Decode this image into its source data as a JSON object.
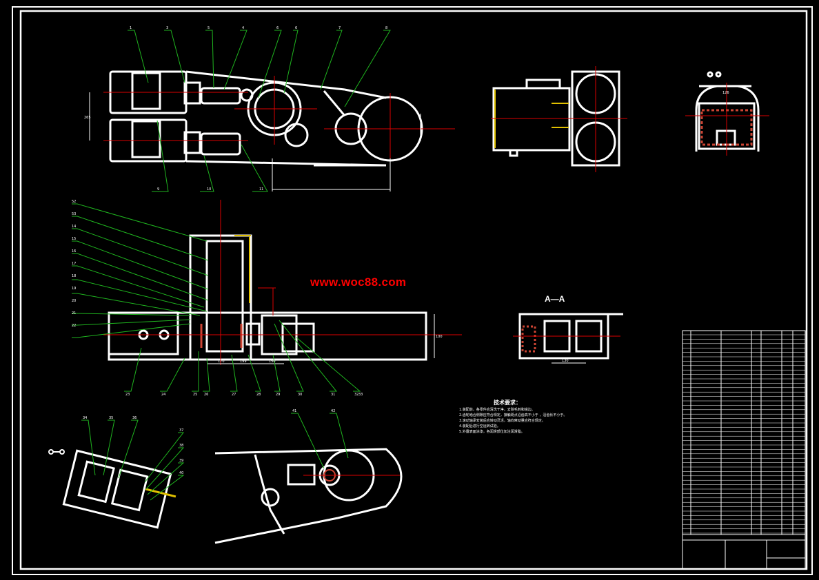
{
  "watermark": "www.woc88.com",
  "section_label": "A—A",
  "tech_requirements": {
    "title": "技术要求：",
    "lines": [
      "1.装配前，各零件应清洗干净，去除毛刺和锐边。",
      "2.齿轮啮合侧隙应符合规定，接触斑点沿齿高不小于 ，沿齿长不小于。",
      "3.滚动轴承安装后应转动灵活，轴向窜动量应符合规定。",
      "4.装配后进行空运转试验。",
      "5.外露表面涂漆，各润滑部位加注润滑脂。"
    ]
  },
  "view1_balloons": [
    "1",
    "3",
    "5",
    "4",
    "6",
    "6",
    "7",
    "8"
  ],
  "view1_bottom_balloons": [
    "9",
    "10",
    "11"
  ],
  "view2_left_balloons": [
    "52",
    "53",
    "14",
    "15",
    "16",
    "17",
    "18",
    "19",
    "20",
    "21",
    "22"
  ],
  "view2_bottom_balloons": [
    "23",
    "24",
    "25",
    "26",
    "27",
    "28",
    "29",
    "30",
    "31",
    "32",
    "33"
  ],
  "view2_dims": [
    "170",
    "199",
    "150",
    "100"
  ],
  "view3_balloons": [
    "34",
    "35",
    "36",
    "37",
    "38",
    "39",
    "40"
  ],
  "view4_balloons": [
    "41",
    "42"
  ],
  "top_dim": "126",
  "aa_dim": "130",
  "left_dim": "265"
}
